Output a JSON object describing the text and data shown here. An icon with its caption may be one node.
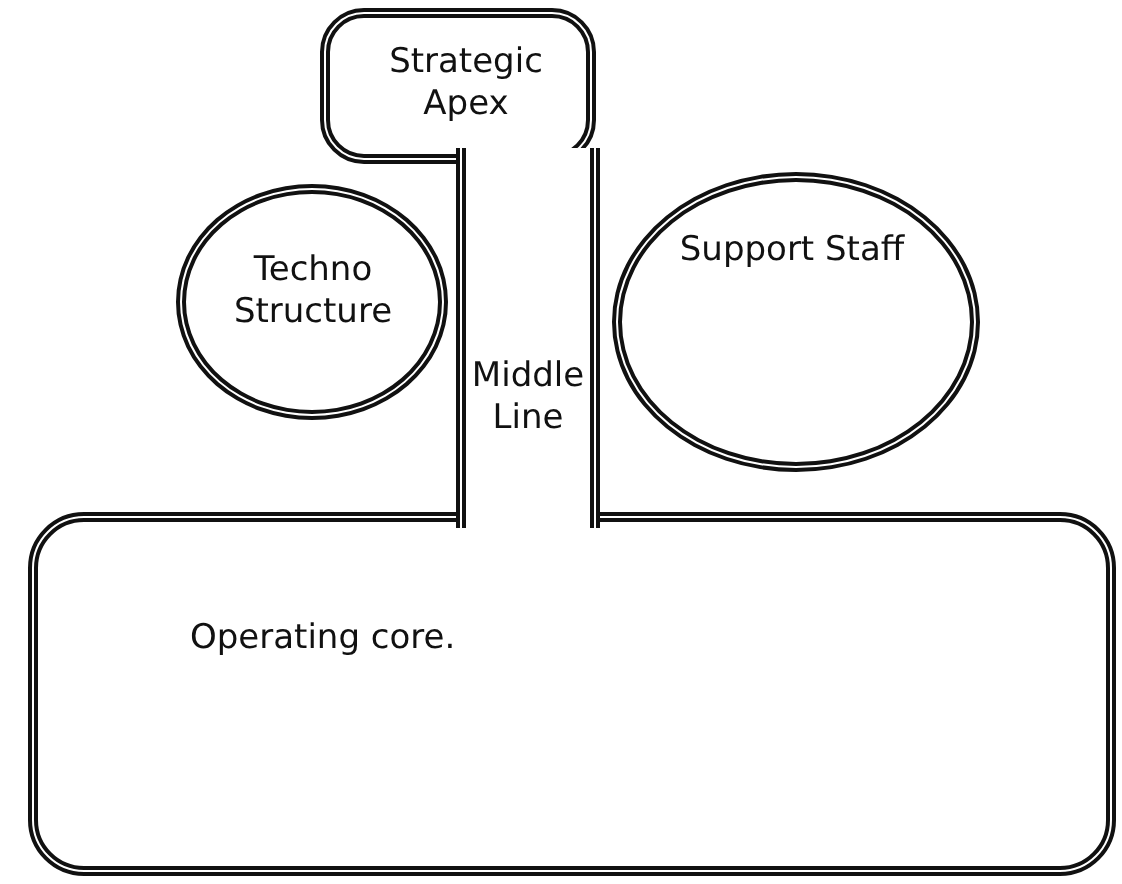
{
  "diagram": {
    "nodes": [
      {
        "text": [
          "Strategic Apex"
        ]
      },
      {
        "text": [
          "Techno Structure"
        ]
      },
      {
        "text": [
          "Support Staff"
        ]
      },
      {
        "text": [
          "Middle Line"
        ]
      },
      {
        "text": [
          "Operating core."
        ]
      }
    ]
  }
}
